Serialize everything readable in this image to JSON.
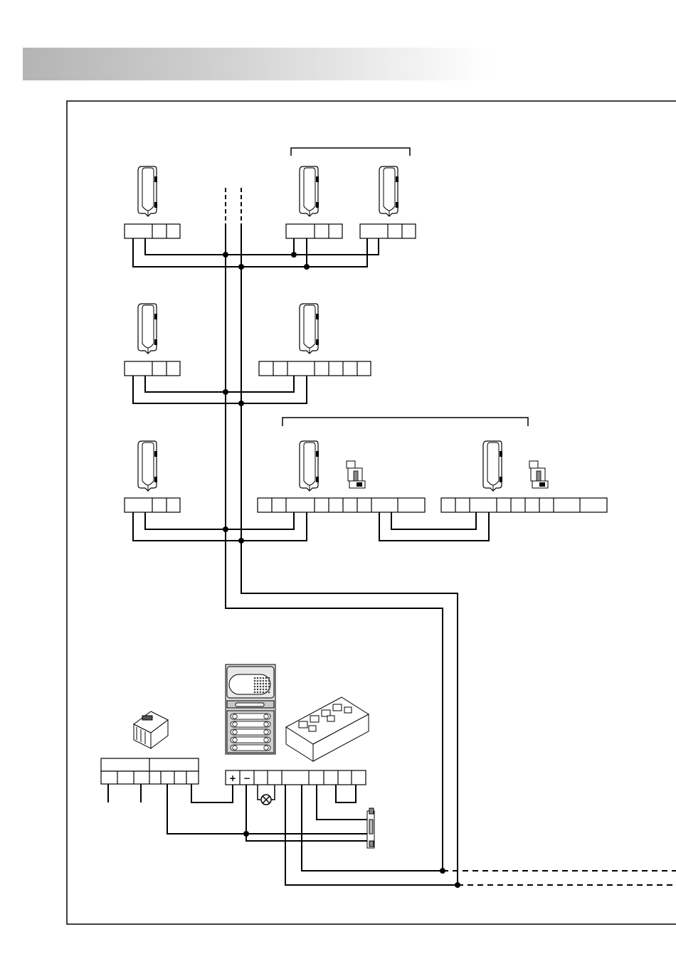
{
  "header": {
    "band_color": "#b4b4b4"
  },
  "diagram": {
    "stroke_color": "#000000",
    "frame_color": "#000000",
    "handsets": [
      {
        "name": "handset-floor3-left"
      },
      {
        "name": "handset-floor3-mid"
      },
      {
        "name": "handset-floor3-right"
      },
      {
        "name": "handset-floor2-left"
      },
      {
        "name": "handset-floor2-right"
      },
      {
        "name": "handset-floor1-left"
      },
      {
        "name": "handset-floor1-mid"
      },
      {
        "name": "handset-floor1-right"
      }
    ],
    "lock_release": {
      "symbol": "door-lock"
    },
    "lamp": {
      "symbol": "lamp"
    },
    "panel_terminals": {
      "plus_label": "+",
      "minus_label": "−"
    },
    "power_supply": {
      "icon": "din-rail-power-supply"
    },
    "door_panel": {
      "icon": "audio-door-panel",
      "button_count": 5
    },
    "amplifier": {
      "icon": "audio-amplifier-module"
    }
  }
}
